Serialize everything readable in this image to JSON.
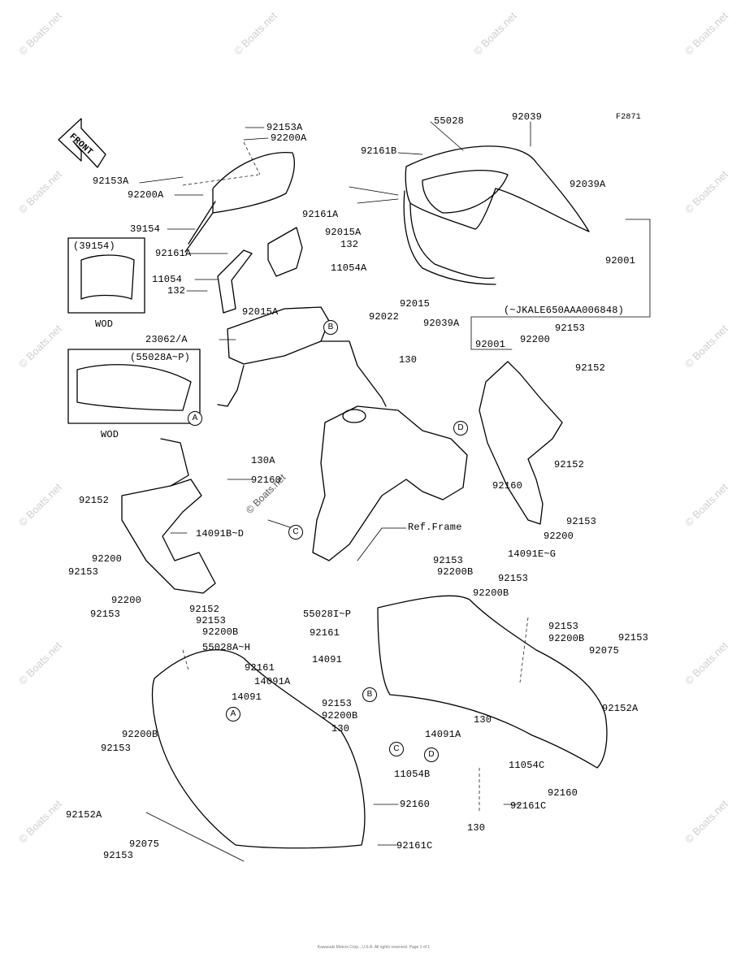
{
  "figure_code": "F2871",
  "front_label": "FRONT",
  "watermark": "© Boats.net",
  "ref_frame_label": "Ref.Frame",
  "inset_windshield": {
    "part": "(39154)",
    "note": "WOD"
  },
  "inset_cowl": {
    "part": "(55028A~P)",
    "note": "WOD"
  },
  "callouts": [
    "A",
    "B",
    "C",
    "D"
  ],
  "parts": {
    "p92153A_top": "92153A",
    "p92200A_top": "92200A",
    "p55028": "55028",
    "p92039": "92039",
    "p92161B": "92161B",
    "p92153A_l": "92153A",
    "p92200A_l": "92200A",
    "p92039A_r": "92039A",
    "p92161A_r": "92161A",
    "p39154": "39154",
    "p92015A_r": "92015A",
    "p132_r": "132",
    "p92161A_l": "92161A",
    "p11054A": "11054A",
    "p92001_r": "92001",
    "p11054": "11054",
    "p132_l": "132",
    "p92015A_b": "92015A",
    "p92039A_b": "92039A",
    "p92015": "92015",
    "p92022": "92022",
    "p_jkale": "(~JKALE650AAA006848)",
    "p23062": "23062/A",
    "p92001_b": "92001",
    "p92200_r1": "92200",
    "p92153_r1": "92153",
    "p92152_r1": "92152",
    "p130_a": "130",
    "p130A": "130A",
    "p92160_l": "92160",
    "p92160_r": "92160",
    "p92152_l": "92152",
    "p92152_r2": "92152",
    "p92153_r2": "92153",
    "p14091BD": "14091B~D",
    "p92200_l": "92200",
    "p92153_l": "92153",
    "p92200_r2": "92200",
    "p14091EG": "14091E~G",
    "p92153_c1": "92153",
    "p92200B_c1": "92200B",
    "p92200_l2": "92200",
    "p92152_l2": "92152",
    "p92153_l2": "92153",
    "p92153_l3": "92153",
    "p92153_rr1": "92153",
    "p92200B_rr1": "92200B",
    "p55028IP": "55028I~P",
    "p92153_rr2": "92153",
    "p92153_rr3": "92153",
    "p92200B_l3": "92200B",
    "p92161_c": "92161",
    "p92200B_rr2": "92200B",
    "p55028AH": "55028A~H",
    "p92075_r": "92075",
    "p14091_c": "14091",
    "p92161_l": "92161",
    "p14091A_l": "14091A",
    "p14091_l": "14091",
    "p92153_c2": "92153",
    "p92152A_r": "92152A",
    "p92200B_c2": "92200B",
    "p92200B_l4": "92200B",
    "p130_b": "130",
    "p130_c": "130",
    "p14091A_r": "14091A",
    "p92153_l4": "92153",
    "p11054B": "11054B",
    "p11054C": "11054C",
    "p92160_rb": "92160",
    "p92160_c": "92160",
    "p92161C_r": "92161C",
    "p92152A_l": "92152A",
    "p130_d": "130",
    "p92075_l": "92075",
    "p92153_l5": "92153",
    "p92161C_c": "92161C"
  },
  "copyright": "Kawasaki Motors Corp., U.S.A. All rights reserved. Page 1 of 1"
}
